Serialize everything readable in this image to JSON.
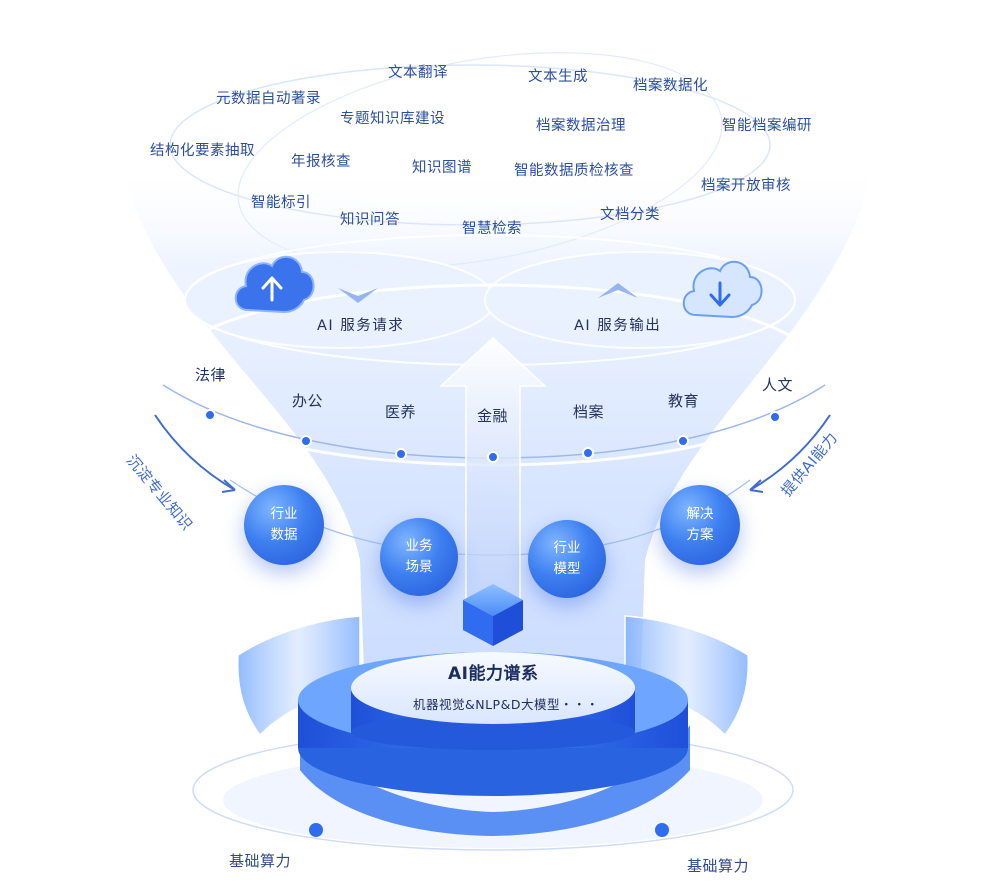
{
  "applications": [
    "文本翻译",
    "文本生成",
    "档案数据化",
    "元数据自动著录",
    "专题知识库建设",
    "档案数据治理",
    "智能档案编研",
    "结构化要素抽取",
    "年报核查",
    "知识图谱",
    "智能数据质检核查",
    "档案开放审核",
    "智能标引",
    "知识问答",
    "智慧检索",
    "文档分类"
  ],
  "services": {
    "request": "AI 服务请求",
    "output": "AI 服务输出"
  },
  "industries": [
    "法律",
    "办公",
    "医养",
    "金融",
    "档案",
    "教育",
    "人文"
  ],
  "side_labels": {
    "left": "沉淀专业知识",
    "right": "提供AI能力"
  },
  "spheres": [
    {
      "line1": "行业",
      "line2": "数据"
    },
    {
      "line1": "业务",
      "line2": "场景"
    },
    {
      "line1": "行业",
      "line2": "模型"
    },
    {
      "line1": "解决",
      "line2": "方案"
    }
  ],
  "core": {
    "title": "AI能力谱系",
    "subtitle": "机器视觉&NLP&D大模型・・・"
  },
  "base_labels": [
    "基础算力",
    "基础算力"
  ],
  "colors": {
    "accent": "#2f6cf0",
    "text_dark": "#23335e",
    "text_blue": "#2b4f9e"
  },
  "icons": {
    "upload": "cloud-upload-icon",
    "download": "cloud-download-icon",
    "cube": "cube-icon"
  }
}
